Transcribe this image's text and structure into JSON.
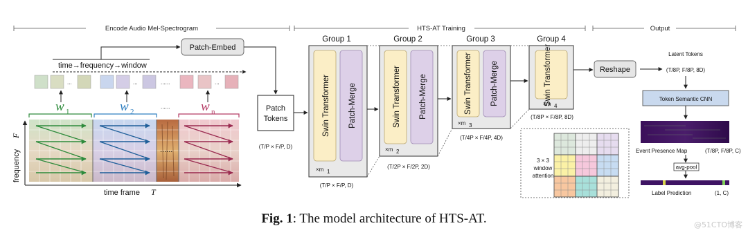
{
  "sections": {
    "encode": "Encode Audio Mel-Spectrogram",
    "training": "HTS-AT Training",
    "output": "Output"
  },
  "encode": {
    "patch_embed": "Patch-Embed",
    "order_label": "time→frequency→window",
    "dots": "...",
    "ellipsis": "......",
    "w1": "w",
    "w1_sub": "1",
    "w2": "w",
    "w2_sub": "2",
    "wn": "w",
    "wn_sub": "n",
    "freq_axis": "frequency",
    "freq_var": "F",
    "time_axis": "time frame",
    "time_var": "T",
    "colors": {
      "w1": "#2e8b3c",
      "w2": "#2f7fc0",
      "wn": "#b43a64"
    }
  },
  "patch_tokens": {
    "line1": "Patch",
    "line2": "Tokens",
    "dim": "(T/P × F/P, D)"
  },
  "groups": [
    {
      "title": "Group 1",
      "swin": "Swin Transformer",
      "merge": "Patch-Merge",
      "mult": "×m",
      "mult_sub": "1",
      "dim": "(T/P × F/P, D)"
    },
    {
      "title": "Group 2",
      "swin": "Swin Transformer",
      "merge": "Patch-Merge",
      "mult": "×m",
      "mult_sub": "2",
      "dim": "(T/2P × F/2P, 2D)"
    },
    {
      "title": "Group 3",
      "swin": "Swin Transformer",
      "merge": "Patch-Merge",
      "mult": "×m",
      "mult_sub": "3",
      "dim": "(T/4P × F/4P, 4D)"
    },
    {
      "title": "Group 4",
      "swin": "Swin Transformer",
      "mult": "×m",
      "mult_sub": "4",
      "dim": "(T/8P × F/8P, 8D)"
    }
  ],
  "window": {
    "line1": "3 × 3",
    "line2": "window",
    "line3": "attention"
  },
  "output": {
    "reshape": "Reshape",
    "latent": "Latent Tokens",
    "latent_dim": "(T/8P, F/8P, 8D)",
    "cnn": "Token Semantic CNN",
    "event_map": "Event Presence Map",
    "event_dim": "(T/8P, F/8P, C)",
    "avgpool": "avg-pool",
    "label_pred": "Label Prediction",
    "label_dim": "(1, C)"
  },
  "caption": {
    "bold": "Fig. 1",
    "text": ": The model architecture of HTS-AT."
  },
  "watermark": "@51CTO博客"
}
